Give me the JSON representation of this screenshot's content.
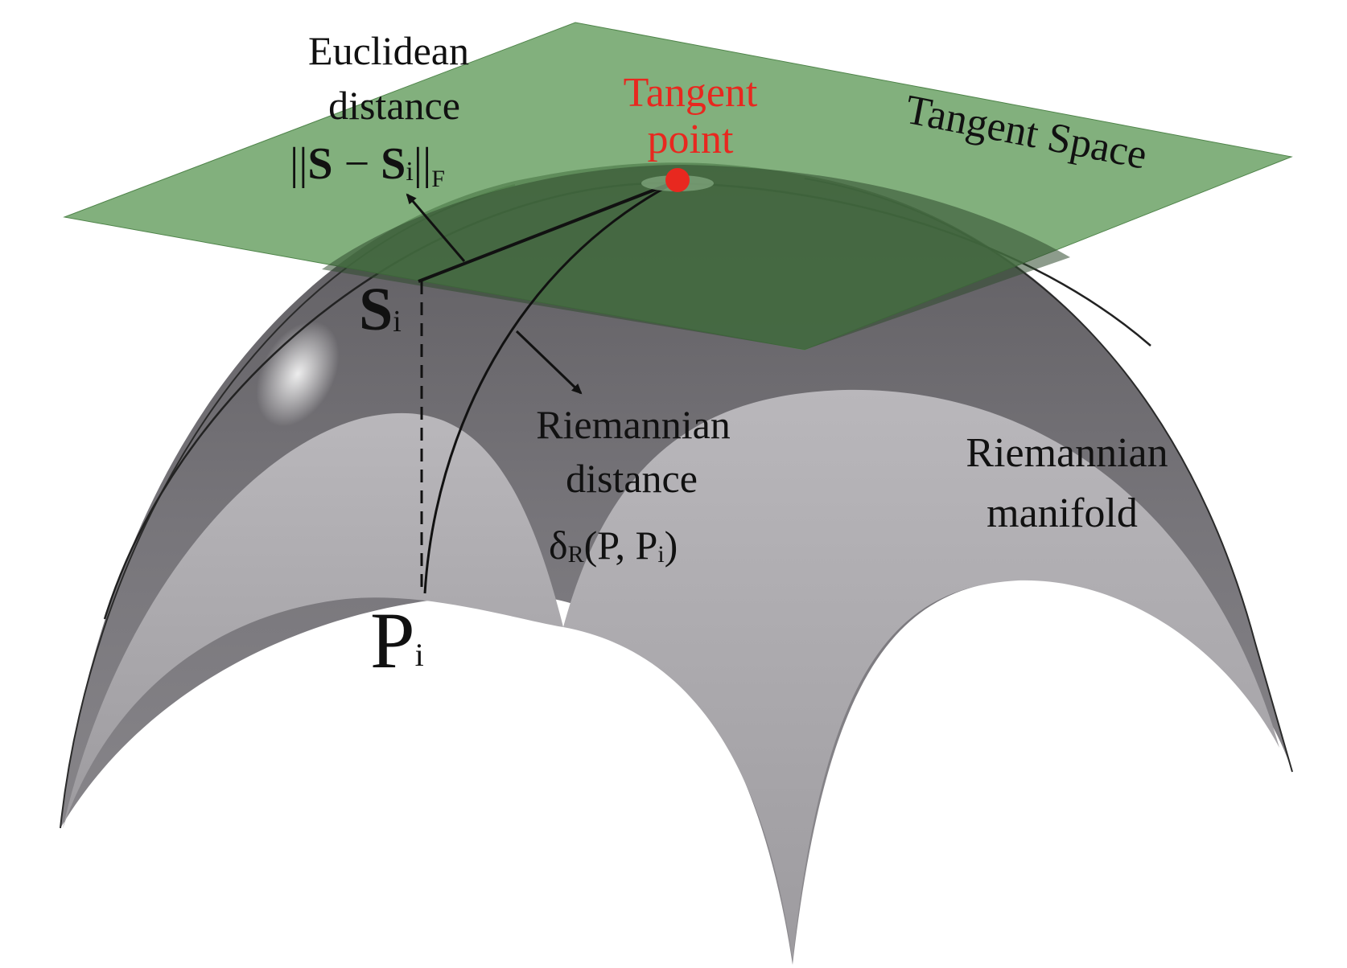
{
  "labels": {
    "euclidean_line1": "Euclidean",
    "euclidean_line2": "distance",
    "euclidean_formula": {
      "open": "||",
      "s": "S",
      "minus": "−",
      "si_base": "S",
      "si_sub": "i",
      "close": "||",
      "norm_sub": "F"
    },
    "tangent_point_line1": "Tangent",
    "tangent_point_line2": "point",
    "tangent_space": "Tangent Space",
    "si_point": {
      "base": "S",
      "sub": "i"
    },
    "pi_point": {
      "base": "P",
      "sub": "i"
    },
    "riemannian_distance_line1": "Riemannian",
    "riemannian_distance_line2": "distance",
    "riemannian_distance_formula": {
      "delta": "δ",
      "delta_sub": "R",
      "args_open": "(P, P",
      "args_sub": "i",
      "args_close": ")"
    },
    "manifold_line1": "Riemannian",
    "manifold_line2": "manifold"
  },
  "colors": {
    "plane_fill": "#6fa06a",
    "manifold_dark": "#6d6b6f",
    "manifold_light": "#a9a7ab",
    "tangent_point": "#e8281f",
    "tangent_label": "#e8281f",
    "ink": "#111111"
  }
}
